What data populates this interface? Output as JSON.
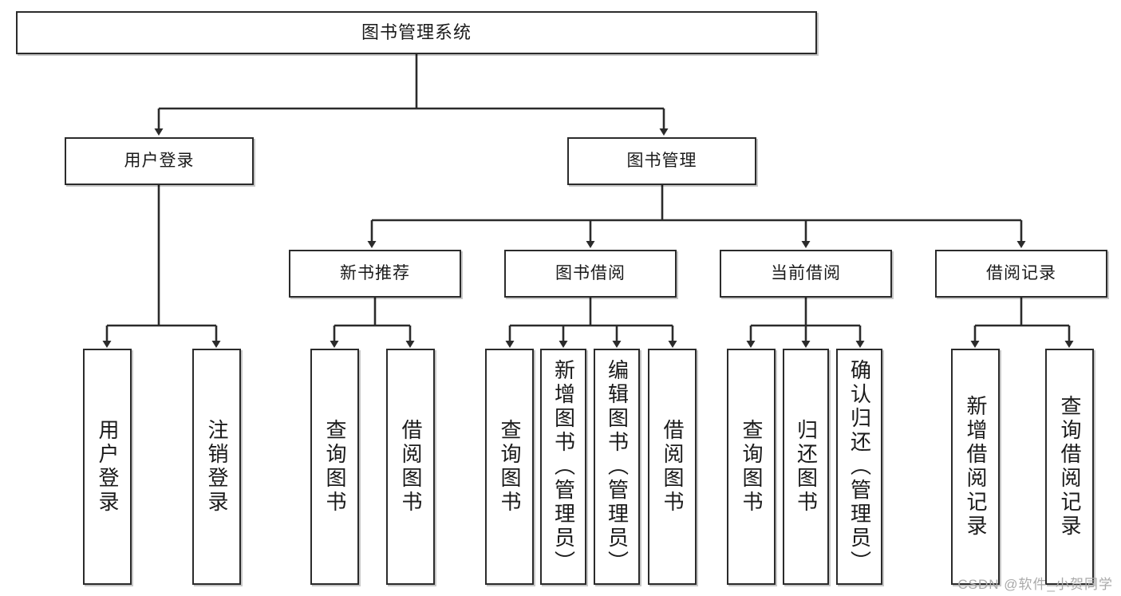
{
  "diagram": {
    "title": "图书管理系统",
    "type": "tree",
    "watermark": "CSDN @软件_小贺同学",
    "colors": {
      "box_border": "#2b2b2b",
      "box_fill": "#ffffff",
      "edge": "#2b2b2b",
      "text": "#1a1a1a",
      "watermark": "#a9a9a9"
    },
    "root": {
      "label": "图书管理系统"
    },
    "level2": [
      {
        "label": "用户登录"
      },
      {
        "label": "图书管理"
      }
    ],
    "level3": [
      {
        "label": "新书推荐"
      },
      {
        "label": "图书借阅"
      },
      {
        "label": "当前借阅"
      },
      {
        "label": "借阅记录"
      }
    ],
    "leaves": {
      "user_login": [
        {
          "label": "用户登录"
        },
        {
          "label": "注销登录"
        }
      ],
      "new_book": [
        {
          "label": "查询图书"
        },
        {
          "label": "借阅图书"
        }
      ],
      "book_borrow": [
        {
          "label": "查询图书"
        },
        {
          "label": "新增图书（管理员）"
        },
        {
          "label": "编辑图书（管理员）"
        },
        {
          "label": "借阅图书"
        }
      ],
      "current_borrow": [
        {
          "label": "查询图书"
        },
        {
          "label": "归还图书"
        },
        {
          "label": "确认归还（管理员）"
        }
      ],
      "borrow_record": [
        {
          "label": "新增借阅记录"
        },
        {
          "label": "查询借阅记录"
        }
      ]
    }
  }
}
